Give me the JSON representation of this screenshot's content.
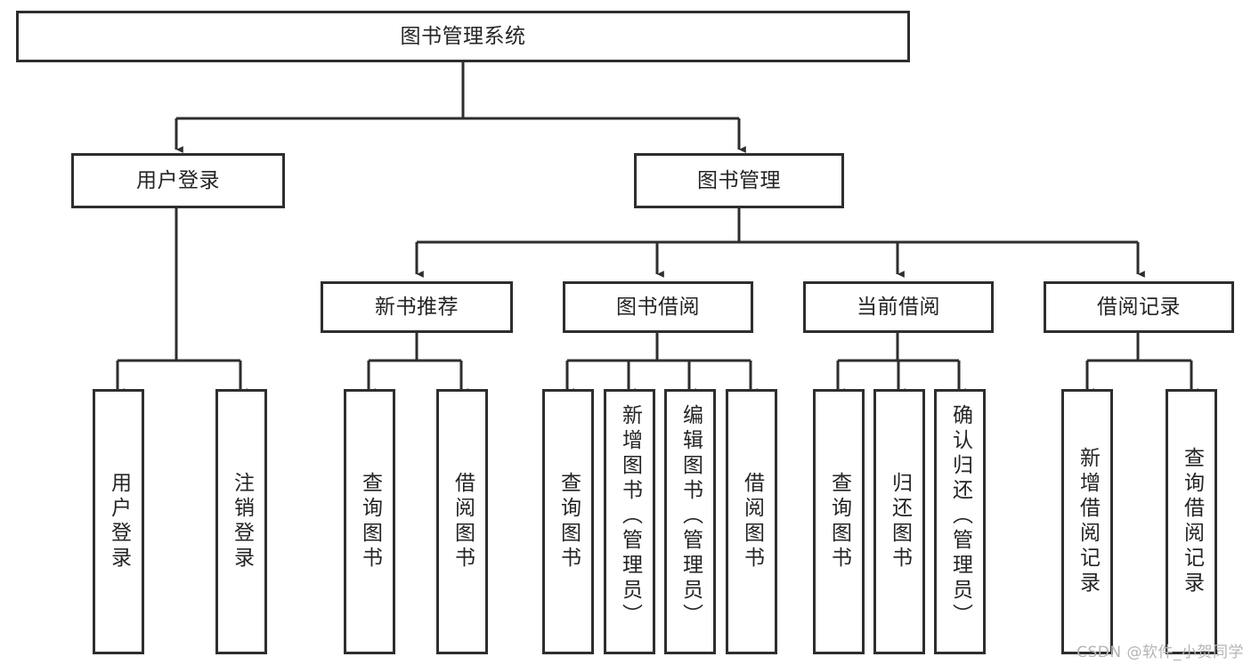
{
  "diagram": {
    "type": "tree",
    "title": "图书管理系统",
    "orientation": "top-down",
    "colors": {
      "box_border": "#2e2e2e",
      "box_fill": "#ffffff",
      "text": "#242424",
      "edge": "#2e2e2e",
      "watermark": "#b4b4b4",
      "background": "#ffffff"
    },
    "nodes": {
      "root": {
        "label": "图书管理系统"
      },
      "level2": [
        {
          "id": "user_login",
          "label": "用户登录"
        },
        {
          "id": "book_manage",
          "label": "图书管理"
        }
      ],
      "level3": [
        {
          "id": "new_book_rec",
          "label": "新书推荐"
        },
        {
          "id": "book_borrow",
          "label": "图书借阅"
        },
        {
          "id": "current_borrow",
          "label": "当前借阅"
        },
        {
          "id": "borrow_record",
          "label": "借阅记录"
        }
      ],
      "leaves": {
        "user_login": [
          {
            "id": "leaf_user_login",
            "label": "用户登录"
          },
          {
            "id": "leaf_logout",
            "label": "注销登录"
          }
        ],
        "new_book_rec": [
          {
            "id": "leaf_query_book_1",
            "label": "查询图书"
          },
          {
            "id": "leaf_borrow_book_1",
            "label": "借阅图书"
          }
        ],
        "book_borrow": [
          {
            "id": "leaf_query_book_2",
            "label": "查询图书"
          },
          {
            "id": "leaf_add_book",
            "label": "新增图书（管理员）"
          },
          {
            "id": "leaf_edit_book",
            "label": "编辑图书（管理员）"
          },
          {
            "id": "leaf_borrow_book_2",
            "label": "借阅图书"
          }
        ],
        "current_borrow": [
          {
            "id": "leaf_query_book_3",
            "label": "查询图书"
          },
          {
            "id": "leaf_return_book",
            "label": "归还图书"
          },
          {
            "id": "leaf_confirm_return",
            "label": "确认归还（管理员）"
          }
        ],
        "borrow_record": [
          {
            "id": "leaf_add_record",
            "label": "新增借阅记录"
          },
          {
            "id": "leaf_query_record",
            "label": "查询借阅记录"
          }
        ]
      }
    }
  },
  "watermark": {
    "text": "CSDN @软件_小贺同学"
  }
}
